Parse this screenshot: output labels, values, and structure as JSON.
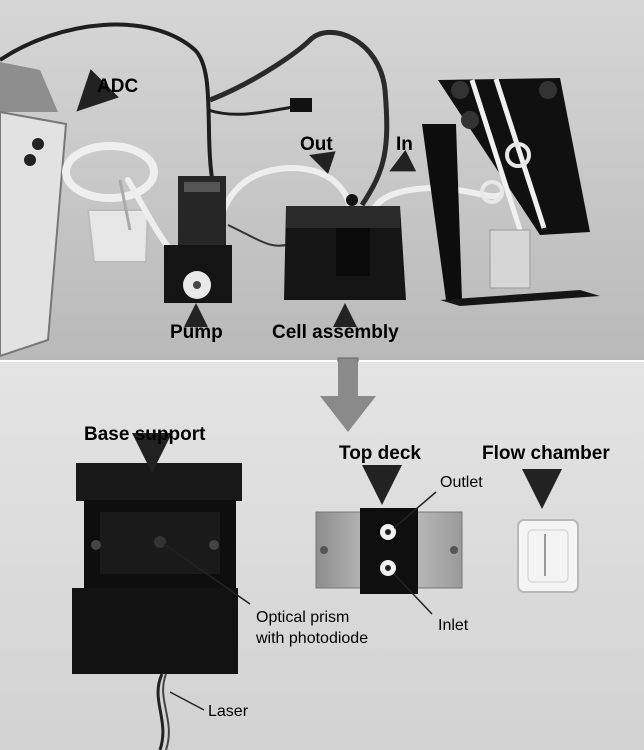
{
  "top_panel": {
    "labels": {
      "adc": "ADC",
      "out": "Out",
      "in": "In",
      "pump": "Pump",
      "cell_assembly": "Cell assembly"
    }
  },
  "bottom_panel": {
    "labels": {
      "base_support": "Base support",
      "top_deck": "Top deck",
      "flow_chamber": "Flow chamber",
      "outlet": "Outlet",
      "inlet": "Inlet",
      "optical_prism_line1": "Optical prism",
      "optical_prism_line2": "with photodiode",
      "laser": "Laser"
    }
  },
  "colors": {
    "top_background": "#c4c4c4",
    "bottom_background": "#dedede",
    "device_black": "#111111",
    "metal": "#a9a9a9",
    "arrow_gray": "#8a8a8a"
  }
}
